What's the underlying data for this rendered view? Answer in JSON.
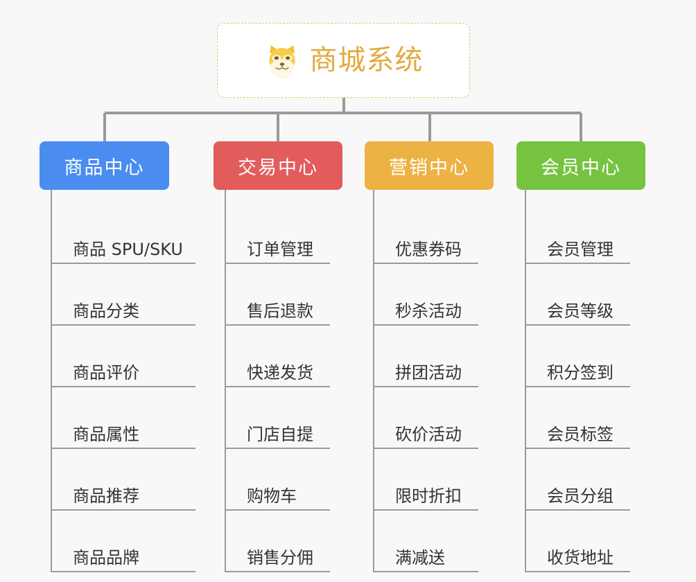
{
  "background_color": "#f8f8f8",
  "root": {
    "title": "商城系统",
    "emoji_name": "shiba-dog-face",
    "title_color": "#e4a93e",
    "border_color": "#e8bf7a"
  },
  "connector_color": "#9a9a9a",
  "branches": [
    {
      "id": "product-center",
      "label": "商品中心",
      "color": "#4a8cf0",
      "items": [
        "商品 SPU/SKU",
        "商品分类",
        "商品评价",
        "商品属性",
        "商品推荐",
        "商品品牌"
      ]
    },
    {
      "id": "trade-center",
      "label": "交易中心",
      "color": "#e25c5c",
      "items": [
        "订单管理",
        "售后退款",
        "快递发货",
        "门店自提",
        "购物车",
        "销售分佣"
      ]
    },
    {
      "id": "marketing-center",
      "label": "营销中心",
      "color": "#edb244",
      "items": [
        "优惠券码",
        "秒杀活动",
        "拼团活动",
        "砍价活动",
        "限时折扣",
        "满减送"
      ]
    },
    {
      "id": "member-center",
      "label": "会员中心",
      "color": "#76c341",
      "items": [
        "会员管理",
        "会员等级",
        "积分签到",
        "会员标签",
        "会员分组",
        "收货地址"
      ]
    }
  ]
}
